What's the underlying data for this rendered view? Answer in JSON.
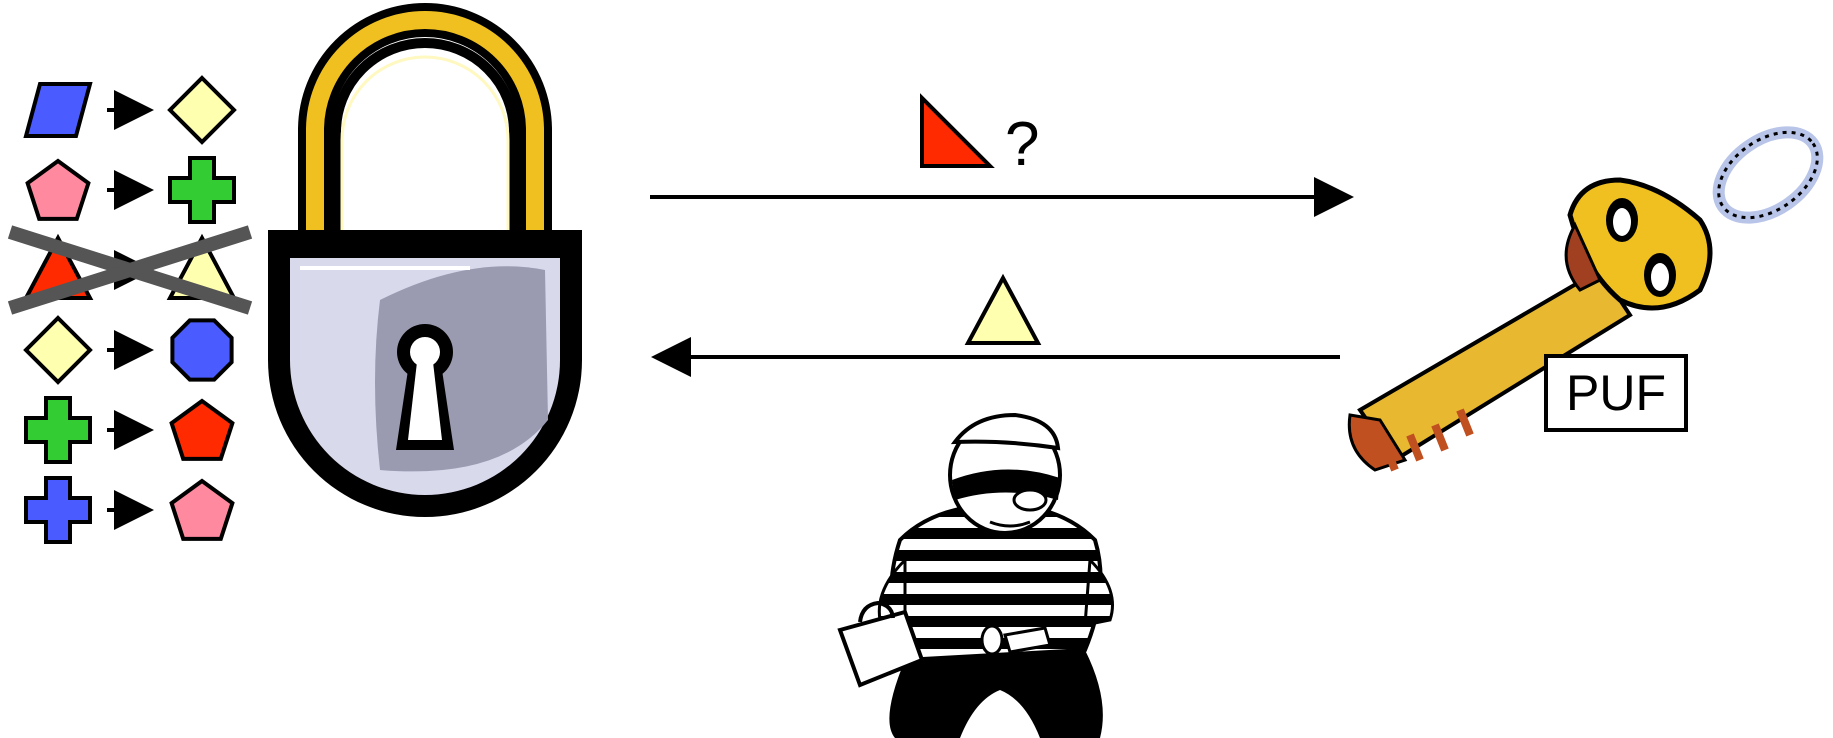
{
  "table": {
    "rows": [
      {
        "challenge": "parallelogram",
        "challenge_color": "#4a5cff",
        "response": "diamond",
        "response_color": "#ffffb0",
        "crossed_out": false
      },
      {
        "challenge": "pentagon",
        "challenge_color": "#ff8aa0",
        "response": "cross",
        "response_color": "#33cc33",
        "crossed_out": false
      },
      {
        "challenge": "triangle",
        "challenge_color": "#ff2a00",
        "response": "triangle",
        "response_color": "#ffffb0",
        "crossed_out": true
      },
      {
        "challenge": "diamond",
        "challenge_color": "#ffffb0",
        "response": "octagon",
        "response_color": "#4a5cff",
        "crossed_out": false
      },
      {
        "challenge": "cross",
        "challenge_color": "#33cc33",
        "response": "pentagon",
        "response_color": "#ff2a00",
        "crossed_out": false
      },
      {
        "challenge": "cross",
        "challenge_color": "#4a5cff",
        "response": "pentagon",
        "response_color": "#ff8aa0",
        "crossed_out": false
      }
    ]
  },
  "lock": {
    "icon": "padlock-icon",
    "body_color": "#b8b8d0",
    "shackle_color": "#f0c020"
  },
  "challenge_message": {
    "shape": "right-triangle",
    "color": "#ff2a00",
    "question": "?"
  },
  "response_message": {
    "shape": "triangle",
    "color": "#ffffb0"
  },
  "key": {
    "icon": "key-icon",
    "color": "#f0c020",
    "label": "PUF"
  },
  "attacker": {
    "icon": "burglar-icon"
  }
}
